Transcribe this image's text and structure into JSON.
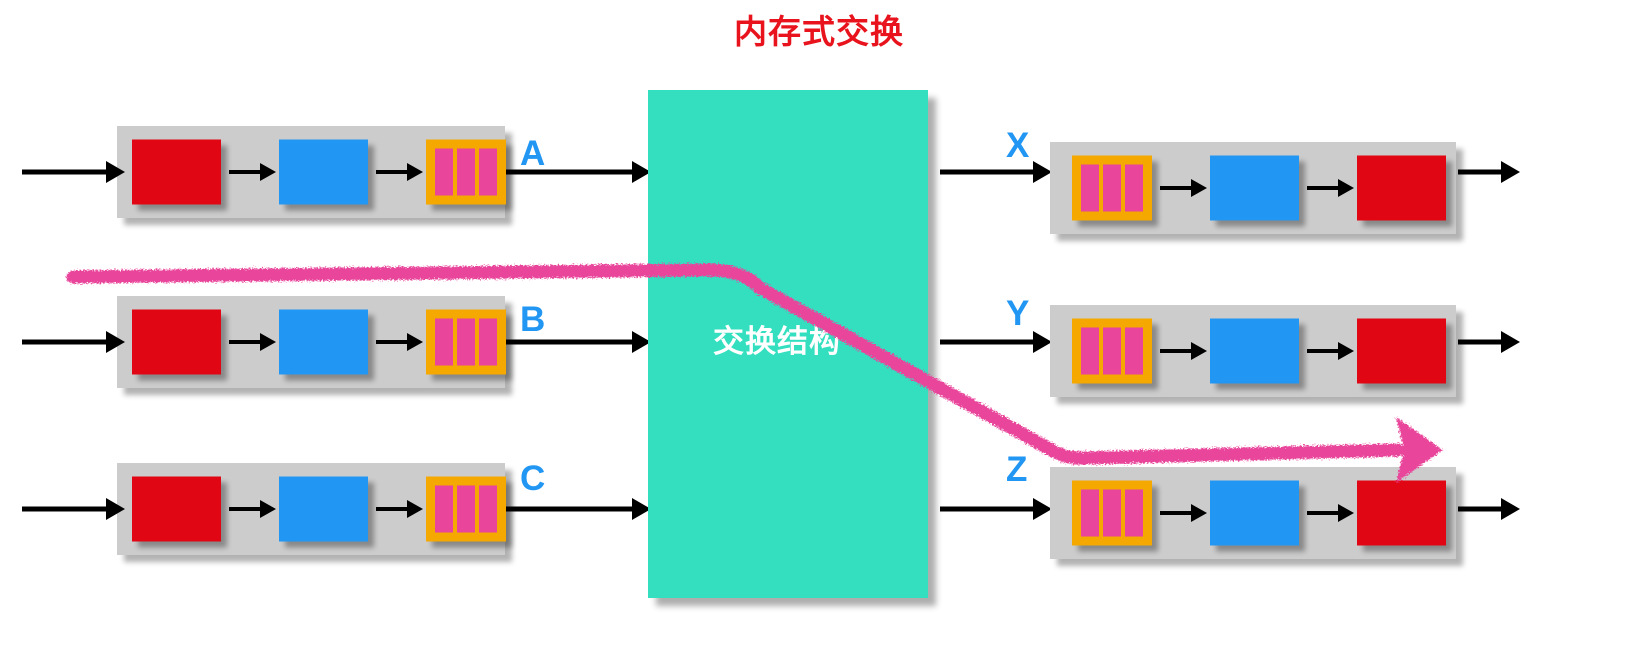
{
  "title": "内存式交换",
  "colors": {
    "title": "#e8131c",
    "band": "#cccccc",
    "stage_red": "#e10613",
    "stage_blue": "#2196f3",
    "buffer_frame": "#f5a800",
    "buffer_cell": "#e8459b",
    "switch_fabric": "#34dfc0",
    "port_label": "#2196f3",
    "path": "#e8459b",
    "arrow": "#000000",
    "background": "#ffffff"
  },
  "switch_fabric": {
    "label": "交换结构",
    "name": "switch-fabric"
  },
  "input_lines": [
    {
      "port": "A",
      "stages": [
        "red-processor",
        "blue-processor",
        "packet-buffer"
      ],
      "buffer_cells": 3
    },
    {
      "port": "B",
      "stages": [
        "red-processor",
        "blue-processor",
        "packet-buffer"
      ],
      "buffer_cells": 3
    },
    {
      "port": "C",
      "stages": [
        "red-processor",
        "blue-processor",
        "packet-buffer"
      ],
      "buffer_cells": 3
    }
  ],
  "output_lines": [
    {
      "port": "X",
      "stages": [
        "packet-buffer",
        "blue-processor",
        "red-processor"
      ],
      "buffer_cells": 3
    },
    {
      "port": "Y",
      "stages": [
        "packet-buffer",
        "blue-processor",
        "red-processor"
      ],
      "buffer_cells": 3
    },
    {
      "port": "Z",
      "stages": [
        "packet-buffer",
        "blue-processor",
        "red-processor"
      ],
      "buffer_cells": 3
    }
  ],
  "highlight_path": {
    "name": "packet-flow-path",
    "from_port": "B",
    "to_port": "Z",
    "style": "pink-brush-arrow"
  },
  "icons": {
    "flow_arrow": "arrow-right-icon",
    "path_arrowhead": "arrowhead-icon"
  }
}
